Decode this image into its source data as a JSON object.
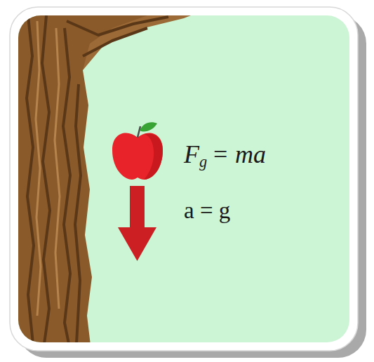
{
  "diagram": {
    "labels": [
      "F",
      "g",
      "= ma",
      "a = g"
    ]
  }
}
